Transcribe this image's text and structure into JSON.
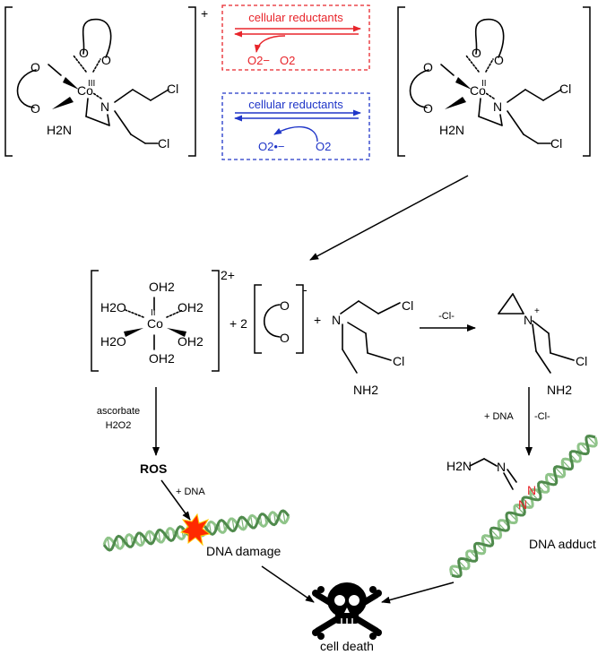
{
  "colors": {
    "oxidation": "#e8252b",
    "reduction": "#2036c8",
    "dna_dark": "#4f8a4c",
    "dna_light": "#8fc489",
    "damage": "#ff2a00"
  },
  "complex_co3": {
    "metal": "Co",
    "oxidation_state": "III",
    "atoms": [
      "O",
      "O",
      "O",
      "O",
      "N",
      "Cl",
      "Cl"
    ],
    "amine": "H2N",
    "charge": "+"
  },
  "complex_co2": {
    "metal": "Co",
    "oxidation_state": "II",
    "atoms": [
      "O",
      "O",
      "O",
      "O",
      "N",
      "Cl",
      "Cl"
    ],
    "amine": "H2N"
  },
  "redox_top": {
    "label": "cellular reductants",
    "superoxide": "O2−",
    "oxygen": "O2"
  },
  "redox_bottom": {
    "label": "cellular reductants",
    "superoxide": "O2•−",
    "oxygen": "O2"
  },
  "hexaaqua": {
    "metal": "Co",
    "oxidation_state": "II",
    "ligand": "OH2",
    "ligand_left": "H2O",
    "charge": "2+"
  },
  "ligand_anion": {
    "coefficient": "+ 2",
    "atoms": [
      "O",
      "O"
    ],
    "charge": "-"
  },
  "mustard": {
    "plus": "+",
    "atoms": [
      "N",
      "Cl",
      "Cl"
    ],
    "amine": "NH2"
  },
  "cl_loss": "-Cl-",
  "aziridinium": {
    "atoms": [
      "N",
      "Cl"
    ],
    "charge": "+",
    "amine": "NH2"
  },
  "left_path": {
    "reagent1": "ascorbate",
    "reagent2": "H2O2",
    "product": "ROS",
    "dna": "+ DNA",
    "damage_label": "DNA damage"
  },
  "right_path": {
    "reagent": "+ DNA",
    "cl_loss": "-Cl-",
    "adduct_amine": "H2N",
    "adduct_atoms": [
      "N",
      "N",
      "N"
    ],
    "adduct_label": "DNA adduct"
  },
  "outcome": {
    "label": "cell death",
    "icon": "skull-and-crossbones-icon"
  }
}
